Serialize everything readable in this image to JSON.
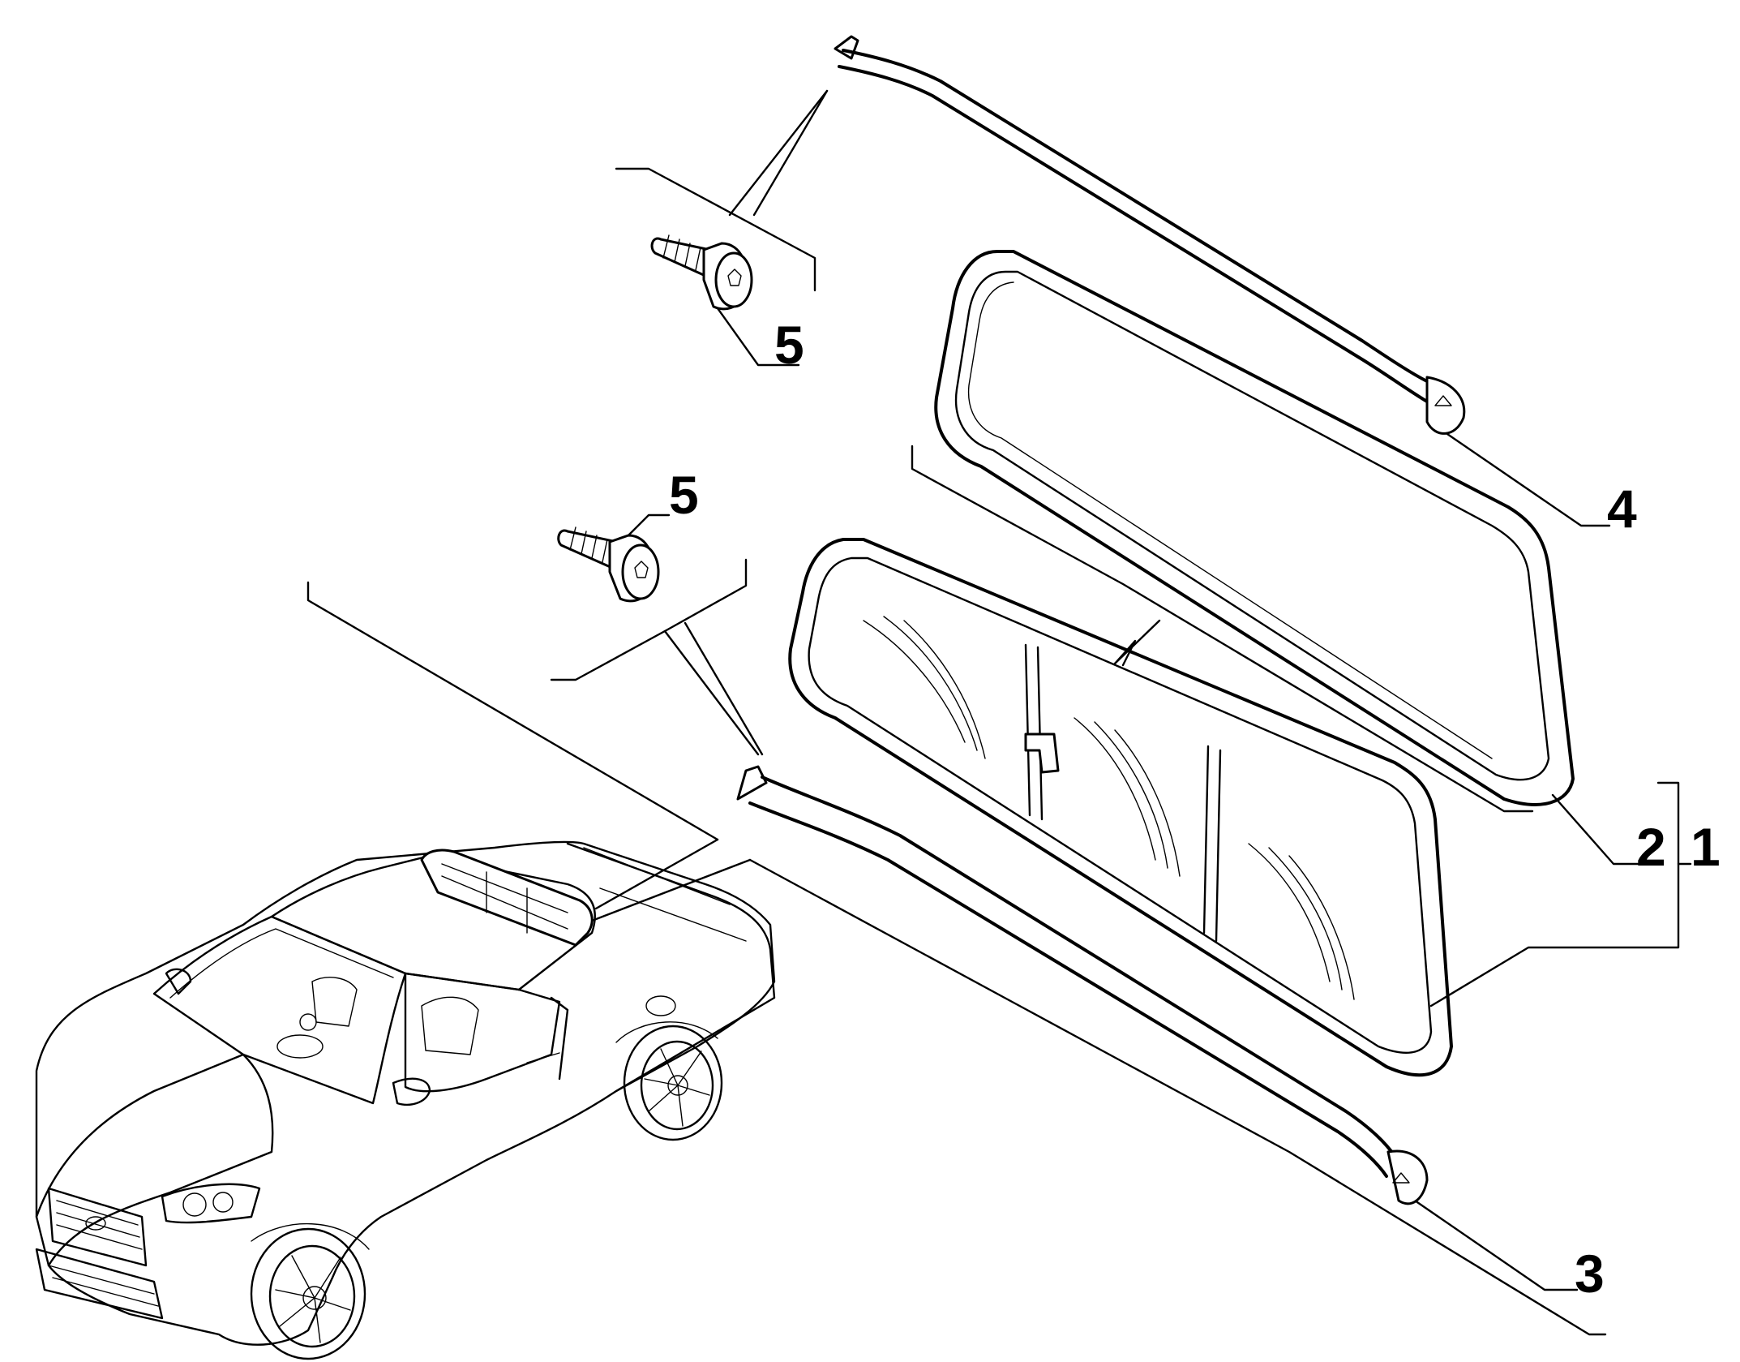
{
  "diagram": {
    "callouts": [
      {
        "id": "label-1",
        "text": "1"
      },
      {
        "id": "label-2",
        "text": "2"
      },
      {
        "id": "label-3",
        "text": "3"
      },
      {
        "id": "label-4",
        "text": "4"
      },
      {
        "id": "label-5-top",
        "text": "5"
      },
      {
        "id": "label-5-mid",
        "text": "5"
      }
    ],
    "parts": [
      {
        "callout": "1",
        "name": "rear-window-assembly-icon"
      },
      {
        "callout": "2",
        "name": "window-seal-gasket-icon"
      },
      {
        "callout": "3",
        "name": "lower-trim-rail-icon"
      },
      {
        "callout": "4",
        "name": "upper-trim-rail-icon"
      },
      {
        "callout": "5",
        "name": "countersunk-screw-icon"
      }
    ]
  }
}
